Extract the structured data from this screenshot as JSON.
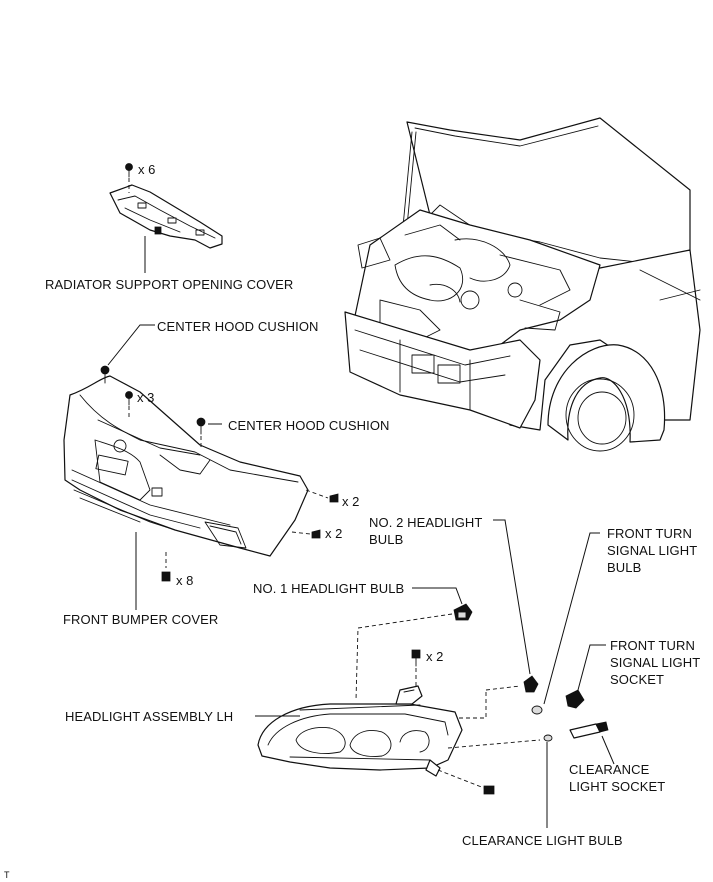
{
  "labels": {
    "radiator_support_opening_cover": "RADIATOR SUPPORT OPENING COVER",
    "center_hood_cushion_top": "CENTER HOOD CUSHION",
    "center_hood_cushion_mid": "CENTER HOOD CUSHION",
    "front_bumper_cover": "FRONT BUMPER COVER",
    "no1_headlight_bulb": "NO. 1 HEADLIGHT BULB",
    "no2_headlight_bulb": "NO. 2 HEADLIGHT BULB",
    "front_turn_signal_light_bulb": "FRONT TURN SIGNAL LIGHT BULB",
    "front_turn_signal_light_socket": "FRONT TURN SIGNAL LIGHT SOCKET",
    "headlight_assembly_lh": "HEADLIGHT ASSEMBLY LH",
    "clearance_light_socket": "CLEARANCE LIGHT SOCKET",
    "clearance_light_bulb": "CLEARANCE LIGHT BULB"
  },
  "quantities": {
    "cover_clips": "x 6",
    "bumper_top_clips": "x 3",
    "bumper_side_screws_upper": "x 2",
    "bumper_side_screws_lower": "x 2",
    "bumper_bottom_screws": "x 8",
    "headlight_bolts": "x 2"
  },
  "corner_mark": "T"
}
